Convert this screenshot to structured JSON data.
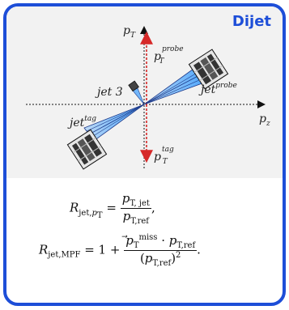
{
  "title": "Dijet",
  "diagram": {
    "axis_vertical_label": "p_T",
    "axis_horizontal_label": "p_z",
    "probe_momentum_label": {
      "base": "p",
      "sub": "T",
      "sup": "probe"
    },
    "tag_momentum_label": {
      "base": "p",
      "sub": "T",
      "sup": "tag"
    },
    "jet_probe_label": {
      "base": "jet",
      "sup": "probe"
    },
    "jet_tag_label": {
      "base": "jet",
      "sup": "tag"
    },
    "jet3_label": "jet 3"
  },
  "formulas": {
    "r_pt": {
      "lhs_base": "R",
      "lhs_sub": "jet,",
      "lhs_sub2": "p",
      "lhs_sub3": "T",
      "num_base": "p",
      "num_sub": "T, jet",
      "den_base": "p",
      "den_sub": "T,ref",
      "tail": ","
    },
    "r_mpf": {
      "lhs_base": "R",
      "lhs_sub": "jet,MPF",
      "eq_part": "= 1 +",
      "num_vec1": "p",
      "num_sub1": "T",
      "num_sup1": "miss",
      "dot": "·",
      "num_vec2": "p",
      "num_sub2": "T,ref",
      "den_open": "(",
      "den_base": "p",
      "den_sub": "T,ref",
      "den_close": ")",
      "den_sup": "2",
      "tail": "."
    }
  },
  "colors": {
    "accent": "#1d4ed8",
    "probe_arrow": "#d62828",
    "jet_cone": "#1e90ff"
  }
}
